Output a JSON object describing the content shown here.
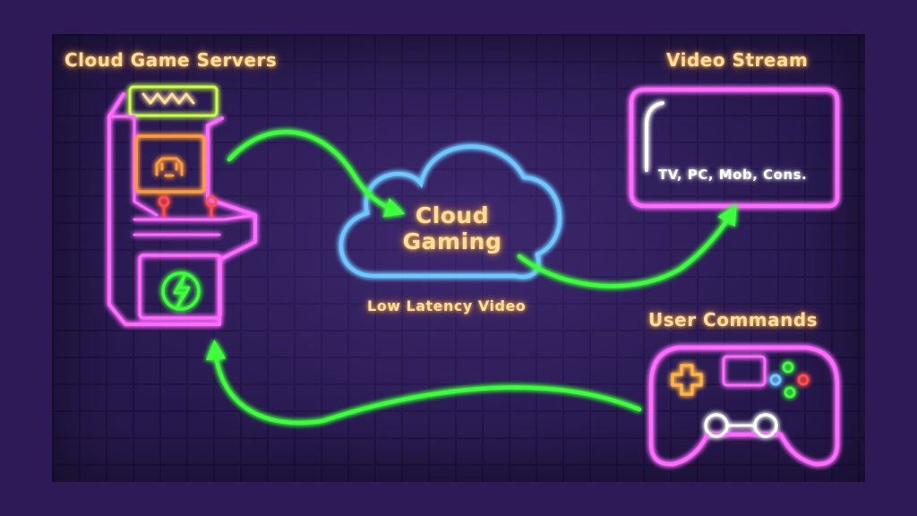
{
  "diagram": {
    "nodes": {
      "servers": {
        "label": "Cloud Game Servers",
        "icon": "arcade-machine-icon"
      },
      "cloud": {
        "label_line1": "Cloud",
        "label_line2": "Gaming",
        "icon": "cloud-icon"
      },
      "video": {
        "label": "Video Stream",
        "devices": "TV, PC, Mob, Cons.",
        "icon": "screen-icon"
      },
      "commands": {
        "label": "User Commands",
        "icon": "gamepad-icon"
      }
    },
    "edge_labels": {
      "cloud_to_video": "Low Latency Video"
    }
  },
  "colors": {
    "background": "#2e1a57",
    "wall": "#27194d",
    "neon_pink": "#ff6bff",
    "neon_green": "#3dff3a",
    "neon_blue": "#6ec8ff",
    "neon_yellow": "#ffdf9e",
    "neon_orange": "#ff9a3d",
    "neon_lime": "#c9ff4a"
  }
}
